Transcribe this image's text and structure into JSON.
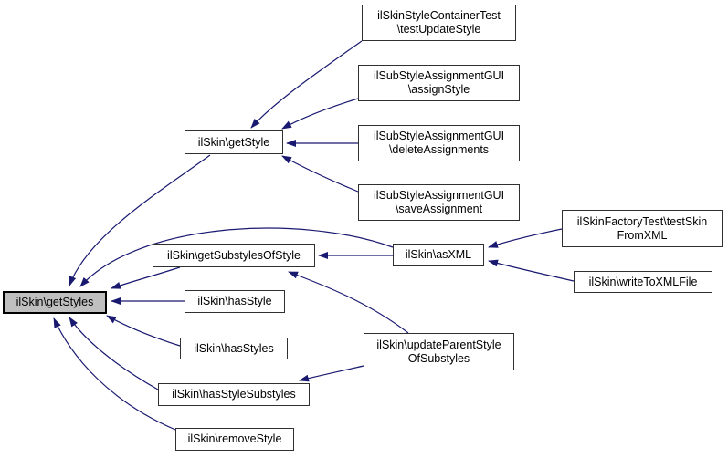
{
  "diagram": {
    "type": "call-graph",
    "focus_function": "ilSkin\\getStyles",
    "colors": {
      "background": "#ffffff",
      "edge": "#191970",
      "node_border": "#303030",
      "node_fill": "#ffffff",
      "highlight_fill": "#bfbfbf",
      "text": "#000000"
    },
    "nodes": [
      {
        "id": "get-styles",
        "label_lines": [
          "ilSkin\\getStyles"
        ],
        "highlighted": true
      },
      {
        "id": "get-style",
        "label_lines": [
          "ilSkin\\getStyle"
        ],
        "highlighted": false
      },
      {
        "id": "test-update-style",
        "label_lines": [
          "ilSkinStyleContainerTest",
          "\\testUpdateStyle"
        ],
        "highlighted": false
      },
      {
        "id": "assign-style",
        "label_lines": [
          "ilSubStyleAssignmentGUI",
          "\\assignStyle"
        ],
        "highlighted": false
      },
      {
        "id": "delete-assignments",
        "label_lines": [
          "ilSubStyleAssignmentGUI",
          "\\deleteAssignments"
        ],
        "highlighted": false
      },
      {
        "id": "save-assignment",
        "label_lines": [
          "ilSubStyleAssignmentGUI",
          "\\saveAssignment"
        ],
        "highlighted": false
      },
      {
        "id": "get-substyles-of-style",
        "label_lines": [
          "ilSkin\\getSubstylesOfStyle"
        ],
        "highlighted": false
      },
      {
        "id": "as-xml",
        "label_lines": [
          "ilSkin\\asXML"
        ],
        "highlighted": false
      },
      {
        "id": "test-skin-from-xml",
        "label_lines": [
          "ilSkinFactoryTest\\testSkin",
          "FromXML"
        ],
        "highlighted": false
      },
      {
        "id": "write-to-xml-file",
        "label_lines": [
          "ilSkin\\writeToXMLFile"
        ],
        "highlighted": false
      },
      {
        "id": "has-style",
        "label_lines": [
          "ilSkin\\hasStyle"
        ],
        "highlighted": false
      },
      {
        "id": "has-styles",
        "label_lines": [
          "ilSkin\\hasStyles"
        ],
        "highlighted": false
      },
      {
        "id": "update-parent-style-of-substyles",
        "label_lines": [
          "ilSkin\\updateParentStyle",
          "OfSubstyles"
        ],
        "highlighted": false
      },
      {
        "id": "has-style-substyles",
        "label_lines": [
          "ilSkin\\hasStyleSubstyles"
        ],
        "highlighted": false
      },
      {
        "id": "remove-style",
        "label_lines": [
          "ilSkin\\removeStyle"
        ],
        "highlighted": false
      }
    ],
    "edges": [
      {
        "from": "get-style",
        "to": "get-styles"
      },
      {
        "from": "as-xml",
        "to": "get-styles"
      },
      {
        "from": "get-substyles-of-style",
        "to": "get-styles"
      },
      {
        "from": "has-style",
        "to": "get-styles"
      },
      {
        "from": "has-styles",
        "to": "get-styles"
      },
      {
        "from": "has-style-substyles",
        "to": "get-styles"
      },
      {
        "from": "remove-style",
        "to": "get-styles"
      },
      {
        "from": "test-update-style",
        "to": "get-style"
      },
      {
        "from": "assign-style",
        "to": "get-style"
      },
      {
        "from": "delete-assignments",
        "to": "get-style"
      },
      {
        "from": "save-assignment",
        "to": "get-style"
      },
      {
        "from": "as-xml",
        "to": "get-substyles-of-style"
      },
      {
        "from": "update-parent-style-of-substyles",
        "to": "get-substyles-of-style"
      },
      {
        "from": "test-skin-from-xml",
        "to": "as-xml"
      },
      {
        "from": "write-to-xml-file",
        "to": "as-xml"
      },
      {
        "from": "update-parent-style-of-substyles",
        "to": "has-style-substyles"
      }
    ]
  }
}
